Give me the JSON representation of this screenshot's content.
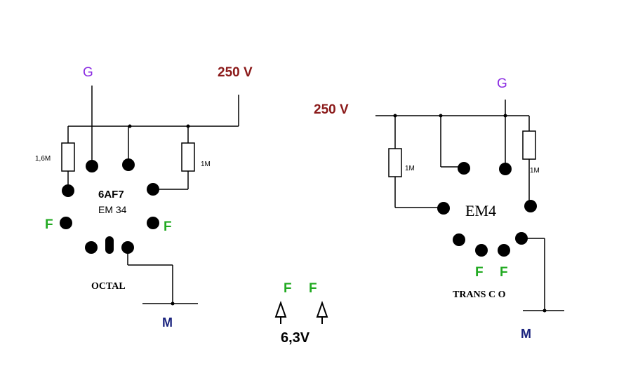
{
  "colors": {
    "grid": "#8a2be2",
    "voltage": "#8b1a1a",
    "filament": "#22aa22",
    "mass": "#1a237e",
    "wire": "#000000"
  },
  "left": {
    "grid_label": "G",
    "voltage_label": "250 V",
    "resistor_left_label": "1,6M",
    "resistor_right_label": "1M",
    "tube_type": "6AF7",
    "tube_alt": "EM 34",
    "filament_left": "F",
    "filament_right": "F",
    "base_label": "OCTAL",
    "mass_label": "M"
  },
  "center": {
    "filament_left": "F",
    "filament_right": "F",
    "supply_label": "6,3V"
  },
  "right": {
    "grid_label": "G",
    "voltage_label": "250 V",
    "resistor_left_label": "1M",
    "resistor_right_label": "1M",
    "tube_type": "EM4",
    "filament_left": "F",
    "filament_right": "F",
    "base_label": "TRANS C O",
    "mass_label": "M"
  }
}
